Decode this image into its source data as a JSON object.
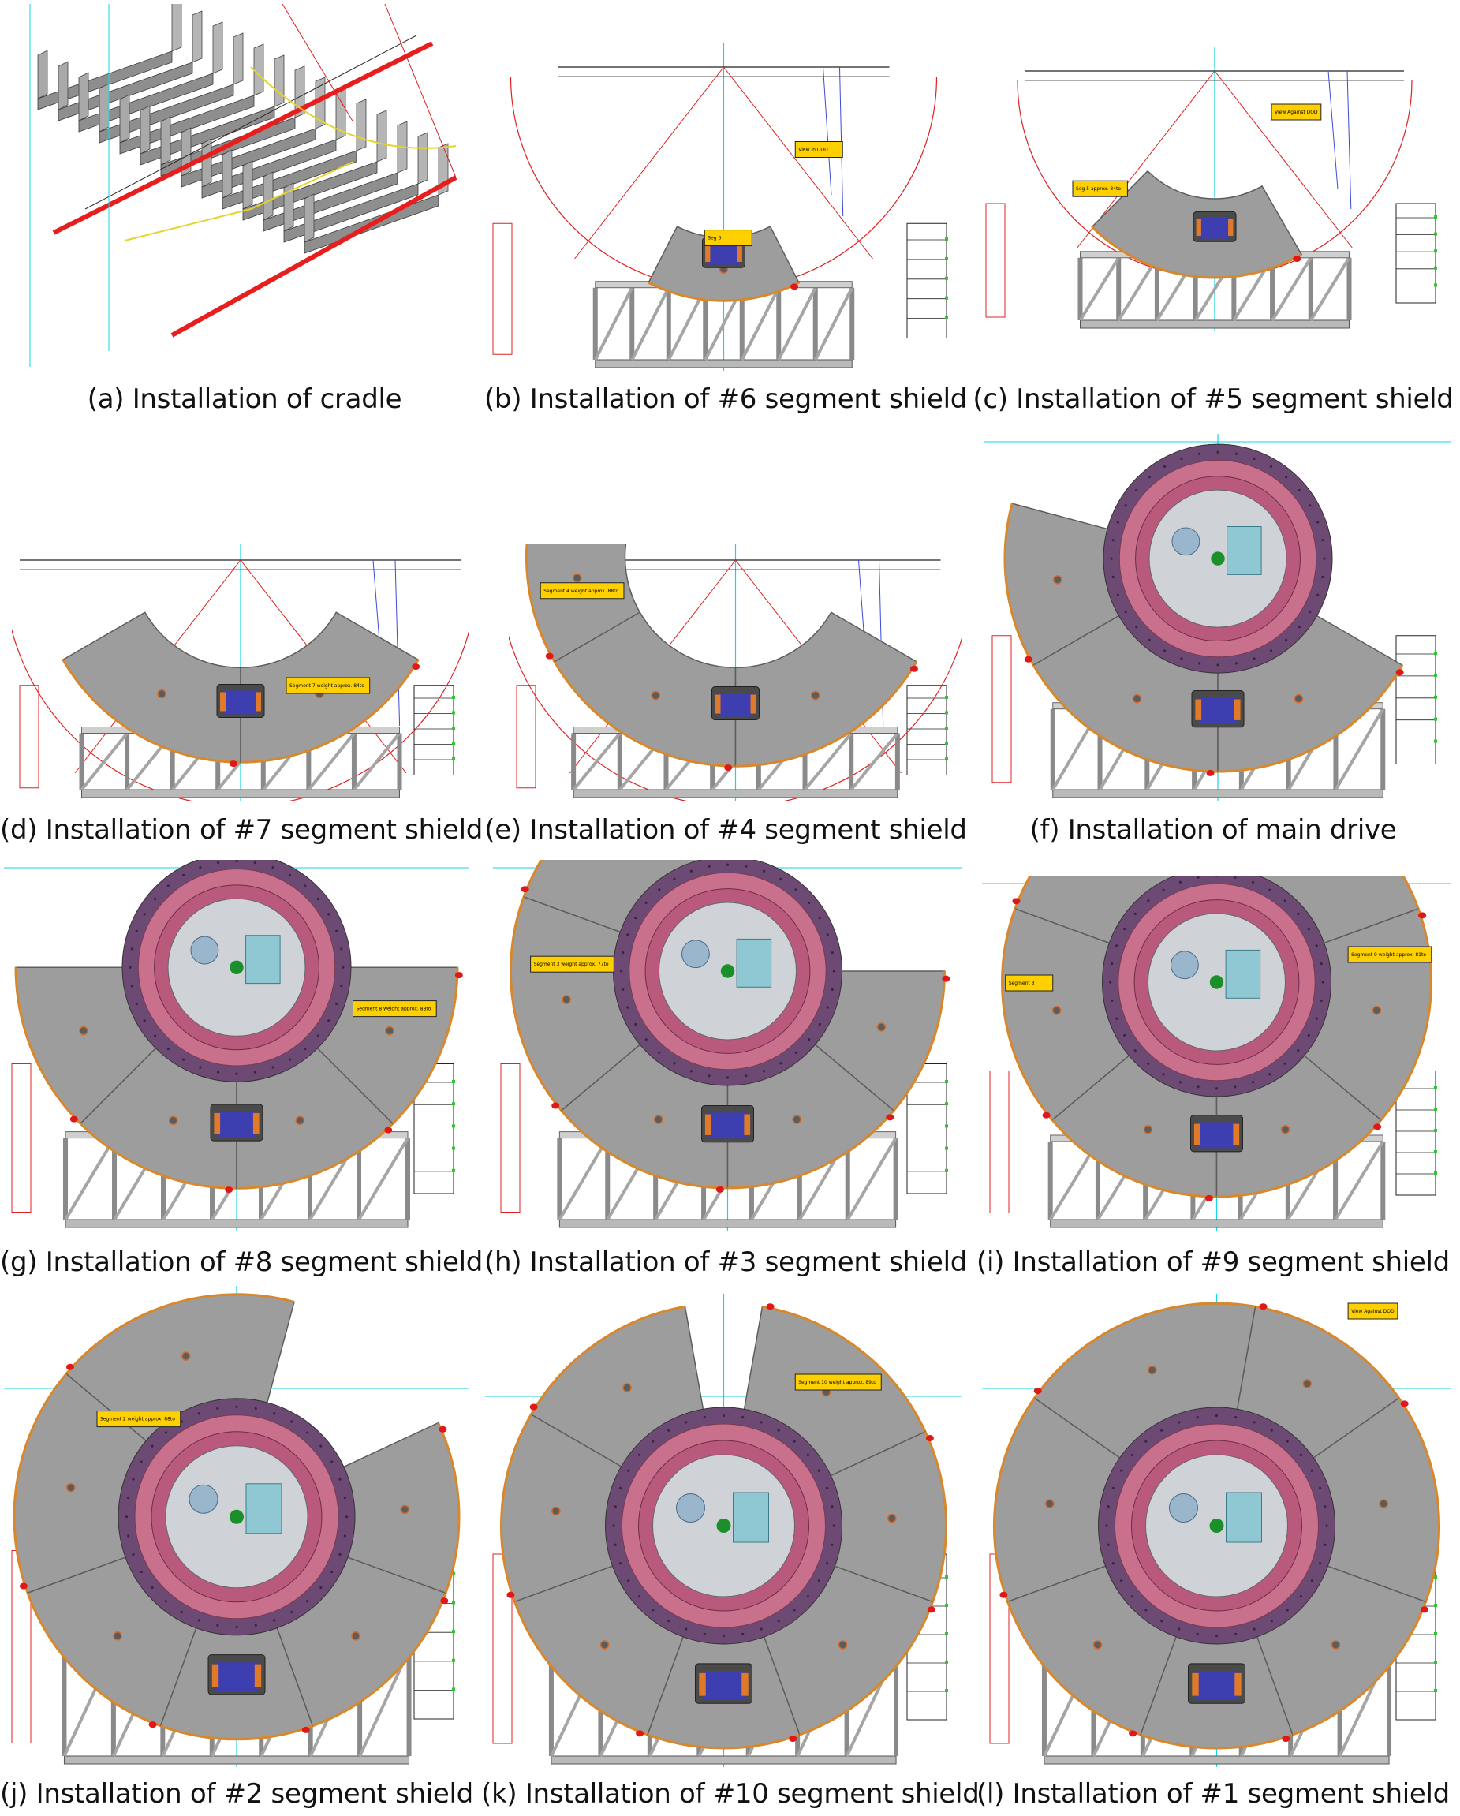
{
  "colors": {
    "segment": "#9d9d9d",
    "segment_edge": "#d8872a",
    "cradle": "#b9b9b9",
    "drive_ring": "#c9708d",
    "drive_outer": "#6d4a73",
    "drive_core": "#cfd2d6",
    "dim_red": "#e02020",
    "dim_blue": "#3b4bd8",
    "axis_cyan": "#19d3e6",
    "label_box": "#ffd000",
    "lifting_lug": "#e01818"
  },
  "panels": [
    {
      "id": "a",
      "caption": "(a) Installation of cradle",
      "labels": []
    },
    {
      "id": "b",
      "caption": "(b) Installation of #6 segment shield",
      "labels": [
        {
          "text": "View in DOD",
          "fx": 0.65,
          "fy": 0.3
        },
        {
          "text": "Seg 6",
          "fx": 0.46,
          "fy": 0.57
        }
      ]
    },
    {
      "id": "c",
      "caption": "(c) Installation of #5 segment shield",
      "labels": [
        {
          "text": "View Against DOD",
          "fx": 0.62,
          "fy": 0.2
        },
        {
          "text": "Seg 5 approx. 84to",
          "fx": 0.2,
          "fy": 0.47
        }
      ]
    },
    {
      "id": "d",
      "caption": "(d) Installation of #7 segment shield",
      "labels": [
        {
          "text": "Segment 7 weight approx. 84to",
          "fx": 0.6,
          "fy": 0.52
        }
      ]
    },
    {
      "id": "e",
      "caption": "(e) Installation of #4 segment shield",
      "labels": [
        {
          "text": "Segment 4 weight approx. 88to",
          "fx": 0.07,
          "fy": 0.15
        }
      ]
    },
    {
      "id": "f",
      "caption": "(f) Installation of main drive",
      "labels": []
    },
    {
      "id": "g",
      "caption": "(g) Installation of #8 segment shield",
      "labels": [
        {
          "text": "Segment 8 weight approx. 88to",
          "fx": 0.75,
          "fy": 0.38
        }
      ]
    },
    {
      "id": "h",
      "caption": "(h) Installation of #3 segment shield",
      "labels": [
        {
          "text": "Segment 3 weight approx. 77to",
          "fx": 0.08,
          "fy": 0.26
        }
      ]
    },
    {
      "id": "i",
      "caption": "(i) Installation of #9 segment shield",
      "labels": [
        {
          "text": "Segment 9 weight approx. 81to",
          "fx": 0.78,
          "fy": 0.2
        },
        {
          "text": "Segment 3",
          "fx": 0.05,
          "fy": 0.28
        }
      ]
    },
    {
      "id": "j",
      "caption": "(j) Installation of #2 segment shield",
      "labels": [
        {
          "text": "Segment 2 weight approx. 88to",
          "fx": 0.2,
          "fy": 0.26
        }
      ]
    },
    {
      "id": "k",
      "caption": "(k) Installation of #10 segment shield",
      "labels": [
        {
          "text": "Segment 10 weight approx. 89to",
          "fx": 0.65,
          "fy": 0.17
        }
      ]
    },
    {
      "id": "l",
      "caption": "(l) Installation of #1 segment shield",
      "labels": [
        {
          "text": "View Against DOD",
          "fx": 0.78,
          "fy": 0.02
        }
      ]
    }
  ]
}
